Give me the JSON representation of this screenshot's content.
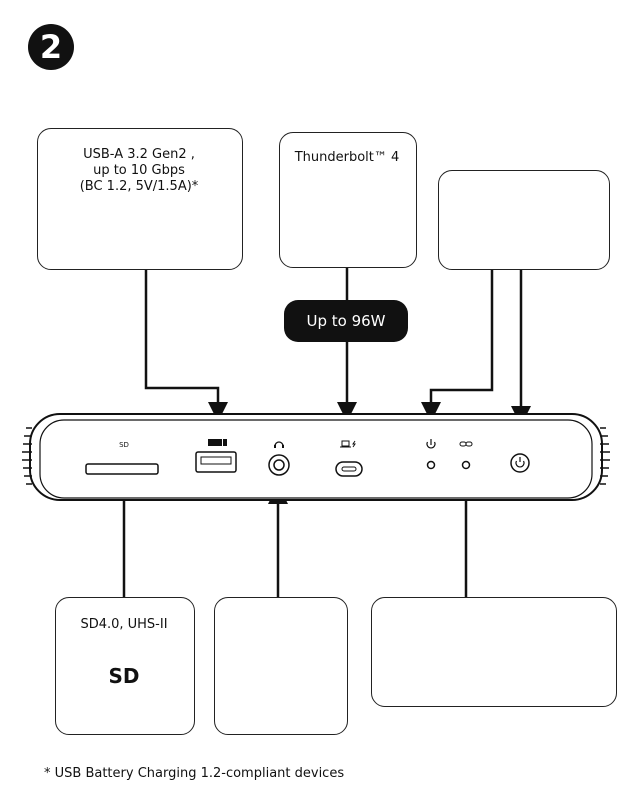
{
  "step_number": "2",
  "usb_a_box": {
    "line1": "USB-A 3.2 Gen2 ,",
    "line2": "up to 10 Gbps",
    "line3": "(BC 1.2, 5V/1.5A)*"
  },
  "thunderbolt_box": {
    "label": "Thunderbolt™ 4"
  },
  "power_badge": {
    "label": "Up to 96W"
  },
  "dock_ports": {
    "sd_label": "SD"
  },
  "sd_box": {
    "label": "SD4.0, UHS-II",
    "card_text": "SD"
  },
  "footnote": "* USB Battery Charging 1.2-compliant devices"
}
